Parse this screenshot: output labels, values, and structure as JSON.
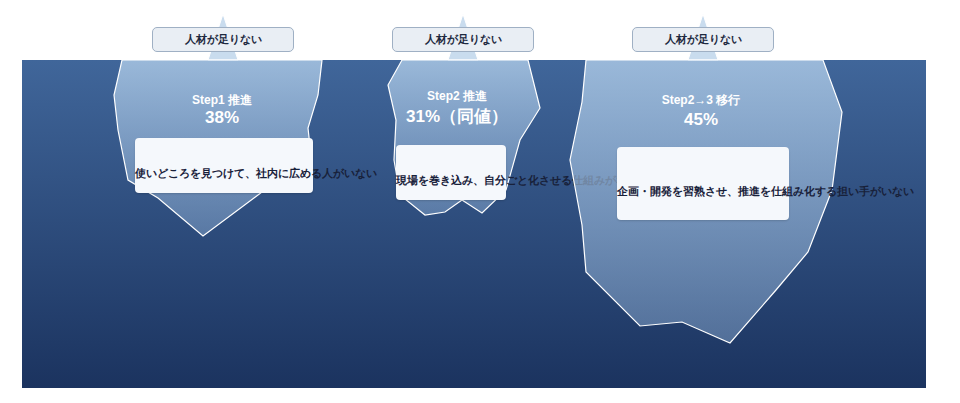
{
  "diagram": {
    "nodes": [
      {
        "text": [
          "人材が足りない"
        ]
      },
      {
        "text": [
          "人材が足りない"
        ]
      },
      {
        "text": [
          "人材が足りない"
        ]
      },
      {
        "text": [
          "Step1 推進",
          "38%"
        ]
      },
      {
        "text": [
          "使いどころを見つけて、社内に広める人がいない"
        ],
        "in": 3
      },
      {
        "text": [
          "Step2 推進",
          "31%（同値）"
        ]
      },
      {
        "text": [
          "現場を巻き込み、自分ごと化させる仕組みがない"
        ],
        "in": 5
      },
      {
        "text": [
          "Step2→3 移行",
          "45%"
        ]
      },
      {
        "text": [
          "企画・開発を習熟させ、推進を仕組み化する担い手がいない"
        ],
        "in": 7
      }
    ]
  }
}
